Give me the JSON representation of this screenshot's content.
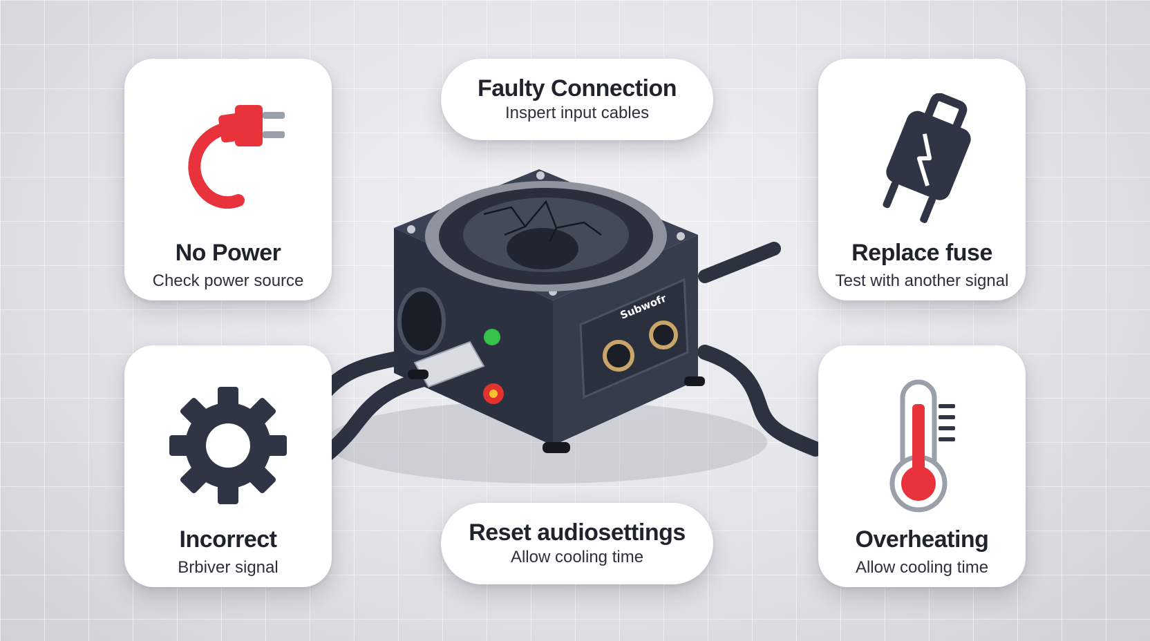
{
  "cards": {
    "no_power": {
      "title": "No Power",
      "subtitle": "Check power source",
      "icon": "power-plug-icon"
    },
    "faulty_connection": {
      "title": "Faulty Connection",
      "subtitle": "Inspert input cables"
    },
    "replace_fuse": {
      "title": "Replace fuse",
      "subtitle": "Test with another signal",
      "icon": "broken-fuse-icon"
    },
    "incorrect": {
      "title": "Incorrect",
      "subtitle": "Brbiver signal",
      "icon": "gear-icon"
    },
    "reset_audio": {
      "title": "Reset audiosettings",
      "subtitle": "Allow cooling time"
    },
    "overheating": {
      "title": "Overheating",
      "subtitle": "Allow cooling time",
      "icon": "thermometer-icon"
    }
  },
  "device": {
    "label": "Subwofr"
  },
  "colors": {
    "accent_red": "#e8323c",
    "dark_slate": "#2f3544",
    "led_green": "#37c24a",
    "led_red": "#e2332f"
  }
}
